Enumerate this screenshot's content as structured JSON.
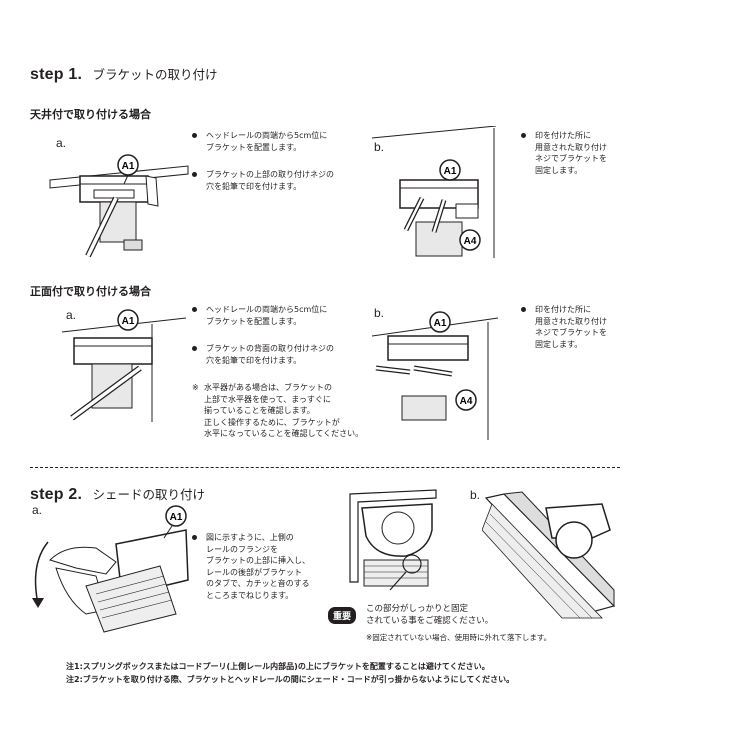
{
  "step1": {
    "number": "step 1.",
    "title": "ブラケットの取り付け",
    "ceiling": {
      "title": "天井付で取り付ける場合",
      "label_a": "a.",
      "label_b": "b.",
      "bullets_a": [
        "ヘッドレールの両端から5cm位に\nブラケットを配置します。",
        "ブラケットの上部の取り付けネジの\n穴を鉛筆で印を付けます。"
      ],
      "bullets_b": [
        "印を付けた所に\n用意された取り付け\nネジでブラケットを\n固定します。"
      ]
    },
    "front": {
      "title": "正面付で取り付ける場合",
      "label_a": "a.",
      "label_b": "b.",
      "bullets_a": [
        "ヘッドレールの両端から5cm位に\nブラケットを配置します。",
        "ブラケットの背面の取り付けネジの\n穴を鉛筆で印を付けます。"
      ],
      "note_mark": "※",
      "note": "水平器がある場合は、ブラケットの\n上部で水平器を使って、まっすぐに\n揃っていることを確認します。\n正しく操作するために、ブラケットが\n水平になっていることを確認してください。",
      "bullets_b": [
        "印を付けた所に\n用意された取り付け\nネジでブラケットを\n固定します。"
      ]
    }
  },
  "step2": {
    "number": "step 2.",
    "title": "シェードの取り付け",
    "label_a": "a.",
    "label_b": "b.",
    "bullets_a": [
      "図に示すように、上側の\nレールのフランジを\nブラケットの上部に挿入し、\nレールの後部がブラケット\nのタブで、カチッと音のする\nところまでねじります。"
    ],
    "important_badge": "重要",
    "important_text": "この部分がしっかりと固定\nされている事をご確認ください。",
    "important_sub": "※固定されていない場合、使用時に外れて落下します。"
  },
  "labels": {
    "a1": "A1",
    "a4": "A4"
  },
  "notes": [
    "注1:スプリングボックスまたはコードプーリ(上側レール内部品)の上にブラケットを配置することは避けてください。",
    "注2:ブラケットを取り付ける際、ブラケットとヘッドレールの間にシェード・コードが引っ掛からないようにしてください。"
  ]
}
